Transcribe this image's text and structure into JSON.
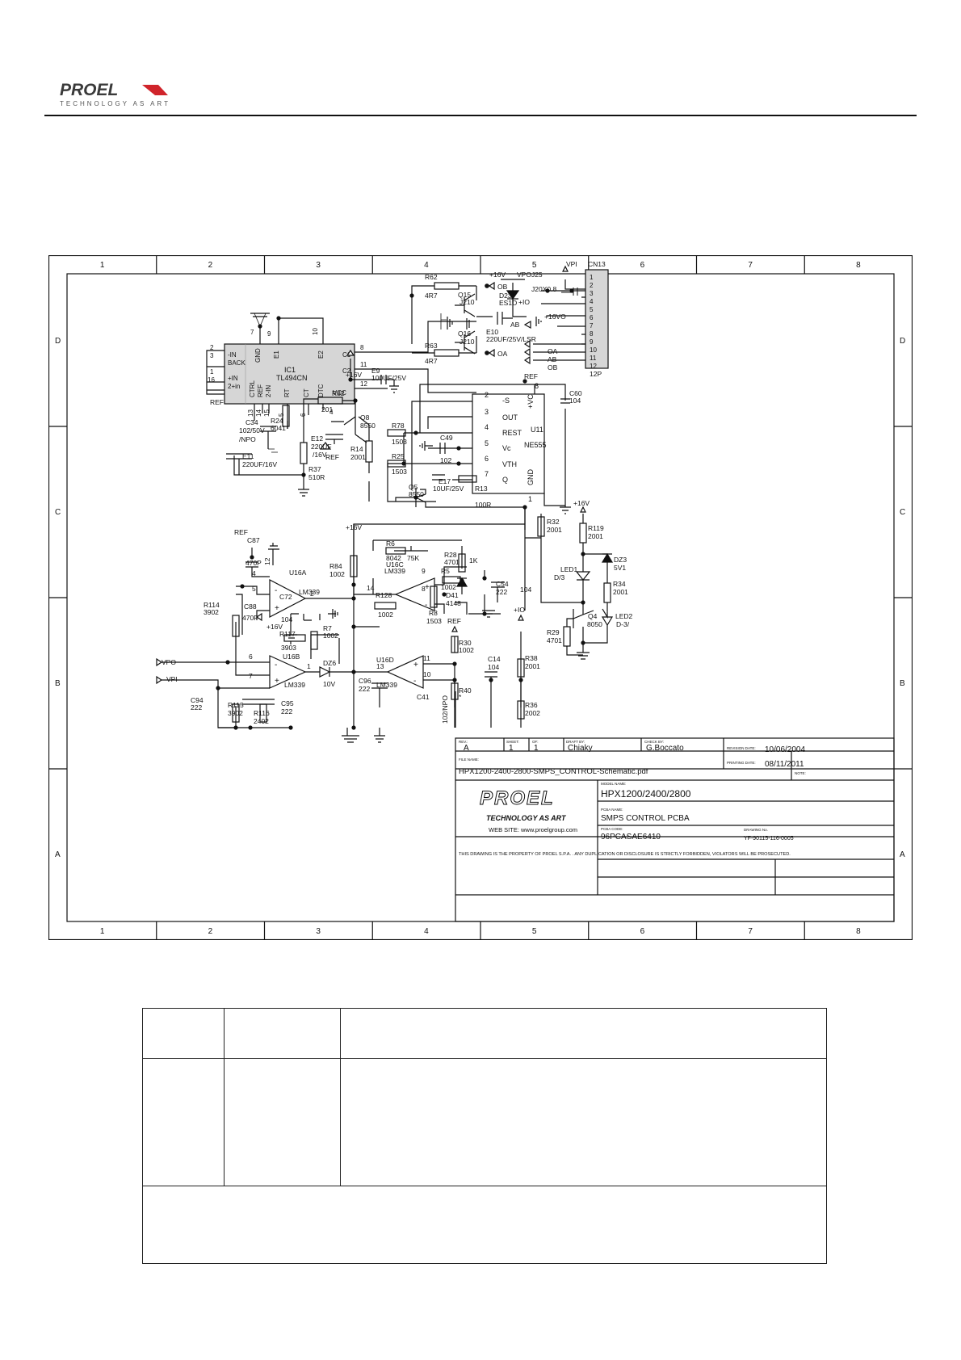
{
  "header": {
    "brand": "PROEL",
    "tagline": "TECHNOLOGY AS ART",
    "brand_color": "#d0242b"
  },
  "frame": {
    "columns": [
      "1",
      "2",
      "3",
      "4",
      "5",
      "6",
      "7",
      "8"
    ],
    "rows": [
      "D",
      "C",
      "B",
      "A"
    ]
  },
  "schematic": {
    "ic1": {
      "ref": "IC1",
      "part": "TL494CN",
      "pins": [
        "-IN",
        "BACK",
        "+IN",
        "2+in",
        "GND",
        "E1",
        "E2",
        "C1",
        "C2",
        "CTRL",
        "REF",
        "2-IN",
        "RT",
        "CT",
        "DTC",
        "VCC"
      ],
      "pin_numbers": [
        "2",
        "3",
        "1",
        "16",
        "7",
        "9",
        "10",
        "8",
        "11",
        "12",
        "13",
        "14",
        "15",
        "5",
        "6",
        "4"
      ]
    },
    "u11": {
      "ref": "U11",
      "part": "NE555",
      "pins": [
        "-S",
        "OUT",
        "REST",
        "Vc",
        "VTH",
        "Q",
        "+VC",
        "GND"
      ],
      "pin_numbers": [
        "2",
        "3",
        "4",
        "5",
        "6",
        "7",
        "8",
        "1"
      ]
    },
    "cn13": {
      "ref": "CN13",
      "type": "12P",
      "pins": [
        "1",
        "2",
        "3",
        "4",
        "5",
        "6",
        "7",
        "8",
        "9",
        "10",
        "11",
        "12"
      ]
    },
    "comparators": [
      {
        "ref": "U16A",
        "part": "LM339",
        "pins": [
          "4",
          "5",
          "2",
          "12"
        ]
      },
      {
        "ref": "U16B",
        "part": "LM339",
        "pins": [
          "6",
          "7",
          "1"
        ]
      },
      {
        "ref": "U16C",
        "part": "LM339",
        "pins": [
          "14",
          "9",
          "8"
        ]
      },
      {
        "ref": "U16D",
        "part": "LM339",
        "pins": [
          "11",
          "10",
          "13"
        ]
      }
    ],
    "transistors": [
      {
        "ref": "Q15",
        "part": "J210"
      },
      {
        "ref": "Q16",
        "part": "J210"
      },
      {
        "ref": "Q8",
        "part": "8550"
      },
      {
        "ref": "Q5",
        "part": "8550"
      },
      {
        "ref": "Q4",
        "part": "8050"
      }
    ],
    "resistors": [
      {
        "ref": "R62",
        "value": "4R7"
      },
      {
        "ref": "R63",
        "value": "4R7"
      },
      {
        "ref": "R82",
        "value": "201"
      },
      {
        "ref": "R24",
        "value": "6041"
      },
      {
        "ref": "R37",
        "value": "510R"
      },
      {
        "ref": "R14",
        "value": "2001"
      },
      {
        "ref": "R78",
        "value": "1503"
      },
      {
        "ref": "R25",
        "value": "1503"
      },
      {
        "ref": "R13",
        "value": "100R"
      },
      {
        "ref": "R32",
        "value": "2001"
      },
      {
        "ref": "R119",
        "value": "2001"
      },
      {
        "ref": "R34",
        "value": "2001"
      },
      {
        "ref": "R29",
        "value": "4701"
      },
      {
        "ref": "R6",
        "value": "8042"
      },
      {
        "ref": "R28",
        "value": "4701"
      },
      {
        "ref": "R5",
        "value": "1002"
      },
      {
        "ref": "R8",
        "value": "1503"
      },
      {
        "ref": "R84",
        "value": "1002"
      },
      {
        "ref": "R128",
        "value": "1002"
      },
      {
        "ref": "R114",
        "value": "3902"
      },
      {
        "ref": "R117",
        "value": "3903"
      },
      {
        "ref": "R7",
        "value": "1002"
      },
      {
        "ref": "R30",
        "value": "1002"
      },
      {
        "ref": "R38",
        "value": "2001"
      },
      {
        "ref": "R40",
        "value": "*"
      },
      {
        "ref": "R36",
        "value": "2002"
      },
      {
        "ref": "R115",
        "value": "3902"
      },
      {
        "ref": "R116",
        "value": "2402"
      }
    ],
    "capacitors": [
      {
        "ref": "E10",
        "value": "220UF/25V/LSR"
      },
      {
        "ref": "E9",
        "value": "100UF/25V"
      },
      {
        "ref": "C34",
        "value": "102/50V"
      },
      {
        "ref": "C34_note",
        "value": "/NPO"
      },
      {
        "ref": "E12",
        "value": "220UF"
      },
      {
        "ref": "E12_note",
        "value": "/16V"
      },
      {
        "ref": "E11",
        "value": "220UF/16V"
      },
      {
        "ref": "C60",
        "value": "104"
      },
      {
        "ref": "C49",
        "value": "102"
      },
      {
        "ref": "E17",
        "value": "10UF/25V"
      },
      {
        "ref": "C87",
        "value": "470P"
      },
      {
        "ref": "C88",
        "value": "470P"
      },
      {
        "ref": "C72",
        "value": "104"
      },
      {
        "ref": "C54",
        "value": "222"
      },
      {
        "ref": "C96",
        "value": "222"
      },
      {
        "ref": "C14",
        "value": "104"
      },
      {
        "ref": "C41",
        "value": "102/NPO"
      },
      {
        "ref": "C94",
        "value": "222"
      },
      {
        "ref": "C95",
        "value": "222"
      }
    ],
    "diodes": [
      {
        "ref": "D23",
        "value": "ES1D"
      },
      {
        "ref": "LED1",
        "value": "D/3"
      },
      {
        "ref": "DZ3",
        "value": "5V1"
      },
      {
        "ref": "LED2",
        "value": "D-3/"
      },
      {
        "ref": "DZ6",
        "value": "10V"
      },
      {
        "ref": "D41",
        "value": "4148"
      }
    ],
    "misc": {
      "vpoj25": "VPOJ25",
      "j20x08": "J20X0.8",
      "pot_value": "75K",
      "pot_1k": "1K",
      "pin_104": "104"
    },
    "nets": {
      "v16": "+16V",
      "vref": "REF",
      "vpi": "VPI",
      "vpo": "VPO",
      "io": "+IO",
      "v16o": "+16VO",
      "ob": "OB",
      "oa": "OA",
      "ab": "AB",
      "oa_in": "OA",
      "ab_in": "AB",
      "ob_in": "OB"
    }
  },
  "title_block": {
    "rev_label": "REV.:",
    "rev": "A",
    "sheet_label": "SHEET:",
    "sheet": "1",
    "of_label": "OF:",
    "of": "1",
    "draft_label": "DRAFT BY:",
    "draft": "Chiaky",
    "check_label": "CHECK BY:",
    "check": "G.Boccato",
    "revision_date_label": "REVISION DATE:",
    "revision_date": "10/06/2004",
    "printing_date_label": "PRINTING DATE:",
    "printing_date": "08/11/2011",
    "note_label": "NOTE:",
    "file_name_label": "FILE NAME:",
    "file_name": "HPX1200-2400-2800-SMPS_CONTROL-Schematic.pdf",
    "logo_text": "PROEL",
    "logo_tagline": "TECHNOLOGY AS ART",
    "website": "WEB SITE: www.proelgroup.com",
    "model_name_label": "MODEL NAME:",
    "model_name": "HPX1200/2400/2800",
    "pcba_name_label": "PCBA NAME:",
    "pcba_name": "SMPS CONTROL PCBA",
    "pcba_code_label": "PCBA CODE:",
    "pcba_code": "96PCASAE6410",
    "drawing_no_label": "DRAWING No.",
    "drawing_no": "YF-90115-116-0005",
    "disclaimer": "THIS DRAWING IS THE PROPERTY OF PROEL S.P.A. . ANY DUPLICATION OR DISCLOSURE IS STRICTLY FORBIDDEN, VIOLATORS WILL BE PROSECUTED."
  }
}
